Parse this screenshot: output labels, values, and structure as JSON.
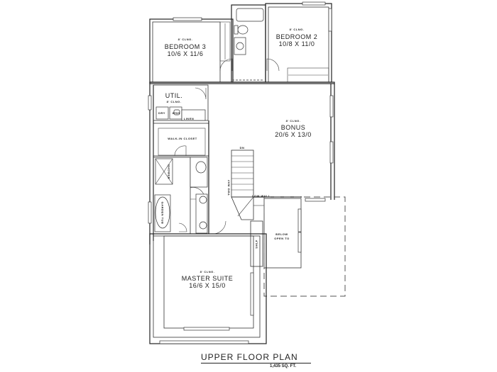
{
  "plan": {
    "title": "UPPER FLOOR PLAN",
    "area": "1,435 SQ. FT."
  },
  "rooms": {
    "bedroom3": {
      "ceiling": "8' CLNG.",
      "name": "BEDROOM 3",
      "dims": "10/6 X 11/6"
    },
    "bedroom2": {
      "ceiling": "8' CLNG.",
      "name": "BEDROOM 2",
      "dims": "10/8 X 11/0"
    },
    "util": {
      "name": "UTIL.",
      "ceiling": "8' CLNG."
    },
    "bonus": {
      "ceiling": "8' CLNG.",
      "name": "BONUS",
      "dims": "20/6 X 13/0"
    },
    "master": {
      "ceiling": "8' CLNG.",
      "name": "MASTER SUITE",
      "dims": "16/6 X 15/0"
    }
  },
  "labels": {
    "dry": "DRY",
    "wsh": "WSH",
    "linen": "LINEN",
    "walk_in_closet": "WALK-IN CLOSET",
    "shower": "SHOWER",
    "garden_tub": "GARDEN TUB",
    "stair_arrow": "DN",
    "two_way_rail": "TWO WAY",
    "low_wall": "LOW WALL",
    "below_open_to": "BELOW",
    "open_to": "OPEN TO",
    "shelf": "SHLF"
  },
  "colors": {
    "line": "#222222",
    "background": "#ffffff"
  }
}
